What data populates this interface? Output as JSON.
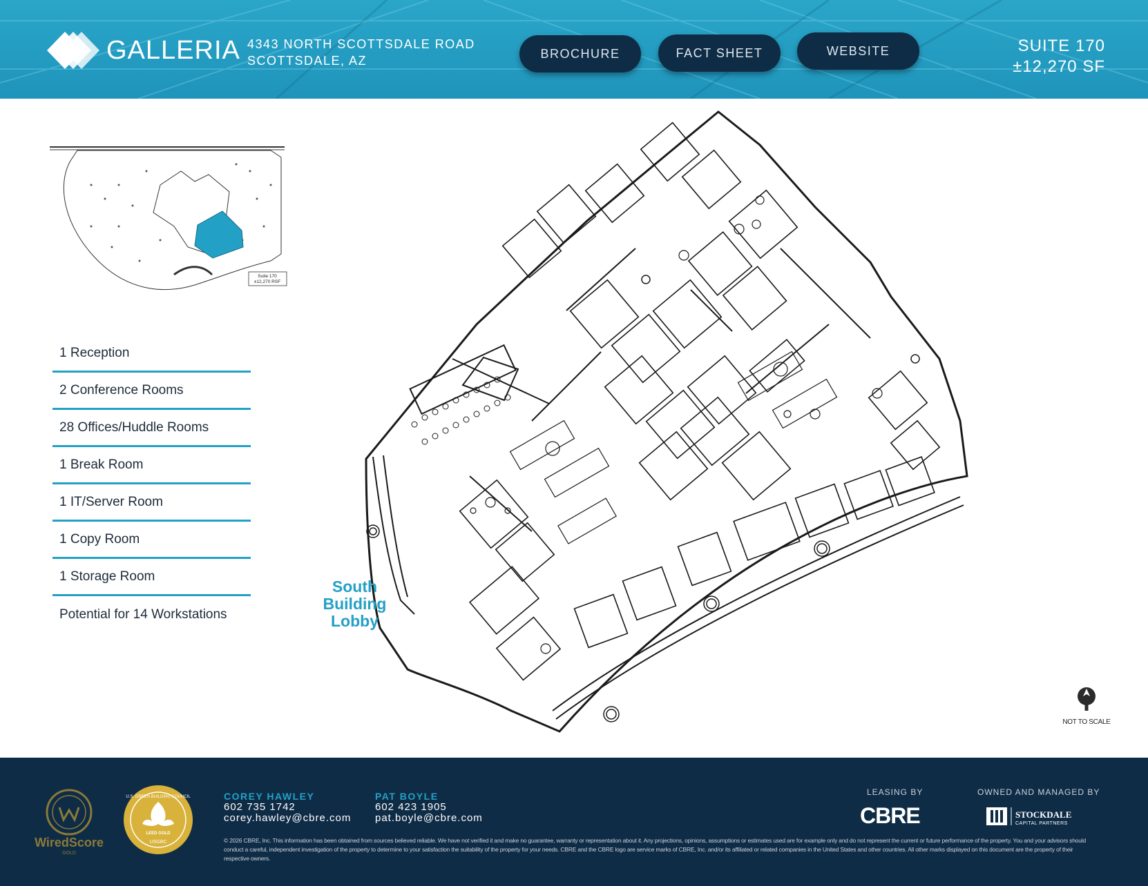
{
  "header": {
    "brand": "GALLERIA",
    "address_line1": "4343 NORTH SCOTTSDALE ROAD",
    "address_line2": "SCOTTSDALE, AZ",
    "nav": [
      "BROCHURE",
      "FACT SHEET",
      "WEBSITE"
    ],
    "suite_line1": "SUITE 170",
    "suite_line2": "±12,270 SF"
  },
  "keymap": {
    "suite_label": "Suite 170",
    "suite_area": "±12,270 RSF"
  },
  "features": [
    "1 Reception",
    "2 Conference Rooms",
    "28 Offices/Huddle Rooms",
    "1 Break Room",
    "1 IT/Server Room",
    "1 Copy Room",
    "1 Storage Room",
    "Potential for 14 Workstations"
  ],
  "lobby_label": [
    "South",
    "Building",
    "Lobby"
  ],
  "scale_note": "NOT TO SCALE",
  "footer": {
    "badge_wiredscore": "WiredScore",
    "badge_wiredscore_level": "GOLD",
    "badge_leed_top": "U.S. GREEN BUILDING COUNCIL",
    "badge_leed_mid": "LEED GOLD",
    "badge_leed_bottom": "USGBC",
    "contacts": [
      {
        "name": "COREY HAWLEY",
        "phone": "602 735 1742",
        "email": "corey.hawley@cbre.com"
      },
      {
        "name": "PAT BOYLE",
        "phone": "602 423 1905",
        "email": "pat.boyle@cbre.com"
      }
    ],
    "leasing_by": "LEASING BY",
    "leasing_logo": "CBRE",
    "owned_by": "OWNED AND MANAGED BY",
    "owner_logo_line1": "STOCKDALE",
    "owner_logo_line2": "CAPITAL PARTNERS",
    "legal": "© 2026 CBRE, Inc. This information has been obtained from sources believed reliable. We have not verified it and make no guarantee, warranty or representation about it. Any projections, opinions, assumptions or estimates used are for example only and do not represent the current or future performance of the property. You and your advisors should conduct a careful, independent investigation of the property to determine to your satisfaction the suitability of the property for your needs. CBRE and the CBRE logo are service marks of CBRE, Inc. and/or its affiliated or related companies in the United States and other countries. All other marks displayed on this document are the property of their respective owners."
  },
  "colors": {
    "header_blue": "#23a0c6",
    "navy": "#0f2c46",
    "accent": "#23a0c6"
  }
}
